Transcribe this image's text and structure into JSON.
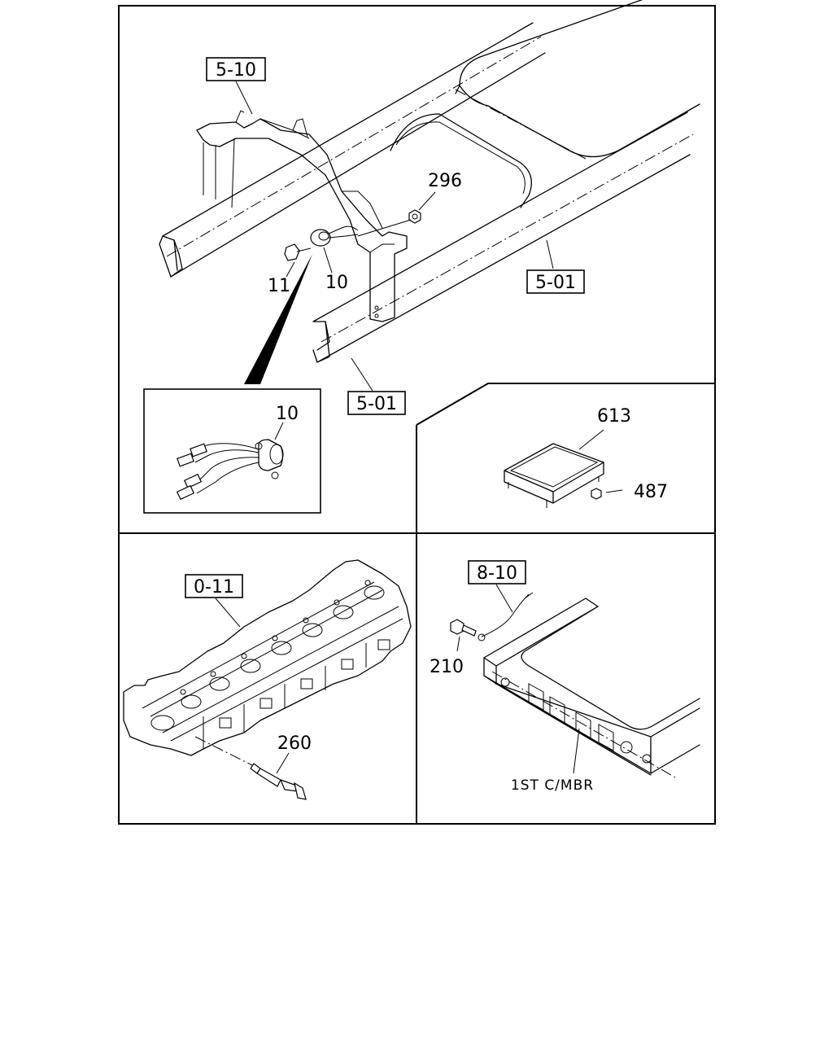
{
  "references": {
    "ref_5_10": "5-10",
    "ref_5_01_upper": "5-01",
    "ref_5_01_lower": "5-01",
    "ref_0_11": "0-11",
    "ref_8_10": "8-10"
  },
  "parts": {
    "p296": "296",
    "p11": "11",
    "p10": "10",
    "p10_detail": "10",
    "p613": "613",
    "p487": "487",
    "p260": "260",
    "p210": "210"
  },
  "notes": {
    "crossmember": "1ST C/MBR"
  }
}
